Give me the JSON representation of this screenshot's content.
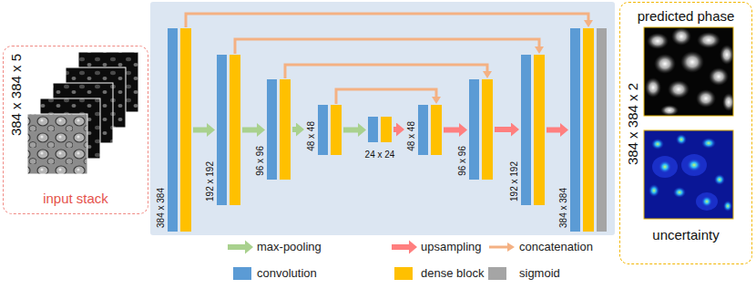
{
  "diagram": {
    "nodes": [
      {
        "text": [
          "384 x 384 x 5",
          "input stack"
        ]
      },
      {
        "text": [
          "384 x 384"
        ]
      },
      {
        "text": [
          "192 x 192"
        ]
      },
      {
        "text": [
          "96 x 96"
        ]
      },
      {
        "text": [
          "48 x 48"
        ]
      },
      {
        "text": [
          "24 x 24"
        ]
      },
      {
        "text": [
          "48 x 48"
        ]
      },
      {
        "text": [
          "96 x 96"
        ]
      },
      {
        "text": [
          "192 x 192"
        ]
      },
      {
        "text": [
          "384 x 384"
        ]
      },
      {
        "text": [
          "predicted phase",
          "384 x 384 x 2",
          "uncertainty"
        ]
      }
    ],
    "edges": [
      {
        "from": 1,
        "to": 2,
        "arrow": "to"
      },
      {
        "from": 2,
        "to": 3,
        "arrow": "to"
      },
      {
        "from": 3,
        "to": 4,
        "arrow": "to"
      },
      {
        "from": 4,
        "to": 5,
        "arrow": "to"
      },
      {
        "from": 5,
        "to": 6,
        "arrow": "to"
      },
      {
        "from": 6,
        "to": 7,
        "arrow": "to"
      },
      {
        "from": 7,
        "to": 8,
        "arrow": "to"
      },
      {
        "from": 8,
        "to": 9,
        "arrow": "to"
      },
      {
        "from": 1,
        "to": 9,
        "arrow": "to"
      },
      {
        "from": 2,
        "to": 8,
        "arrow": "to"
      },
      {
        "from": 3,
        "to": 7,
        "arrow": "to"
      },
      {
        "from": 4,
        "to": 6,
        "arrow": "to"
      }
    ],
    "legend": [
      {
        "text": "max-pooling"
      },
      {
        "text": "upsampling"
      },
      {
        "text": "concatenation"
      },
      {
        "text": "convolution",
        "color": "#5b9bd5"
      },
      {
        "text": "dense block",
        "color": "#ffc000"
      },
      {
        "text": "sigmoid",
        "color": "#a5a5a5"
      }
    ]
  }
}
